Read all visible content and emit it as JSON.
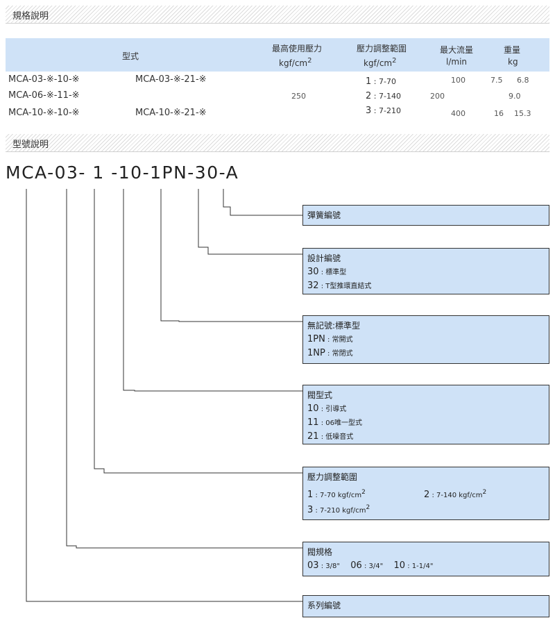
{
  "sections": {
    "spec_title": "規格說明",
    "model_title": "型號說明"
  },
  "spec_table": {
    "headers": {
      "type": "型式",
      "pressure_line1": "最高使用壓力",
      "pressure_line2": "kgf/cm",
      "pressure_sup": "2",
      "range_line1": "壓力調整範圍",
      "range_line2": "kgf/cm",
      "range_sup": "2",
      "flow_line1": "最大流量",
      "flow_line2": "l/min",
      "weight_line1": "重量",
      "weight_line2": "kg"
    },
    "rows": [
      {
        "model_a": "MCA-03-※-10-※",
        "model_b": "MCA-03-※-21-※",
        "flow": "100",
        "weight_a": "7.5",
        "weight_b": "6.8"
      },
      {
        "model_a": "MCA-06-※-11-※",
        "model_b": "",
        "flow": "200",
        "weight_a": "",
        "weight_b": "9.0"
      },
      {
        "model_a": "MCA-10-※-10-※",
        "model_b": "MCA-10-※-21-※",
        "flow": "400",
        "weight_a": "16",
        "weight_b": "15.3"
      }
    ],
    "max_pressure": "250",
    "ranges": [
      {
        "key": "1",
        "sep": " : ",
        "value": "7-70"
      },
      {
        "key": "2",
        "sep": " : ",
        "value": "7-140"
      },
      {
        "key": "3",
        "sep": " : ",
        "value": "7-210"
      }
    ]
  },
  "model_code": "MCA-03- 1 -10-1PN-30-A",
  "boxes": {
    "spring": {
      "title": "彈簧編號"
    },
    "design": {
      "title": "設計編號",
      "options": [
        {
          "key": "30",
          "sep": " : ",
          "value": "標準型"
        },
        {
          "key": "32",
          "sep": " : ",
          "value": "T型推環直結式"
        }
      ]
    },
    "valve_mark": {
      "title": "無記號:標準型",
      "options": [
        {
          "key": "1PN",
          "sep": " : ",
          "value": "常開式"
        },
        {
          "key": "1NP",
          "sep": " : ",
          "value": "常閉式"
        }
      ]
    },
    "valve_type": {
      "title": "閥型式",
      "options": [
        {
          "key": "10",
          "sep": " : ",
          "value": "引導式"
        },
        {
          "key": "11",
          "sep": " : ",
          "value": "06唯一型式"
        },
        {
          "key": "21",
          "sep": " : ",
          "value": "低噪音式"
        }
      ]
    },
    "pressure_range": {
      "title": "壓力調整範圍",
      "options": [
        {
          "key": "1",
          "sep": " : ",
          "value": "7-70 kgf/cm",
          "sup": "2"
        },
        {
          "key": "2",
          "sep": " : ",
          "value": "7-140 kgf/cm",
          "sup": "2"
        },
        {
          "key": "3",
          "sep": " : ",
          "value": "7-210 kgf/cm",
          "sup": "2"
        }
      ]
    },
    "valve_size": {
      "title": "閥規格",
      "options": [
        {
          "key": "03",
          "sep": " : ",
          "value": "3/8\""
        },
        {
          "key": "06",
          "sep": " : ",
          "value": "3/4\""
        },
        {
          "key": "10",
          "sep": " : ",
          "value": "1-1/4\""
        }
      ]
    },
    "series": {
      "title": "系列編號"
    }
  },
  "colors": {
    "header_bg": "#cfe2f7",
    "box_bg": "#cfe2f7",
    "line": "#333333"
  }
}
